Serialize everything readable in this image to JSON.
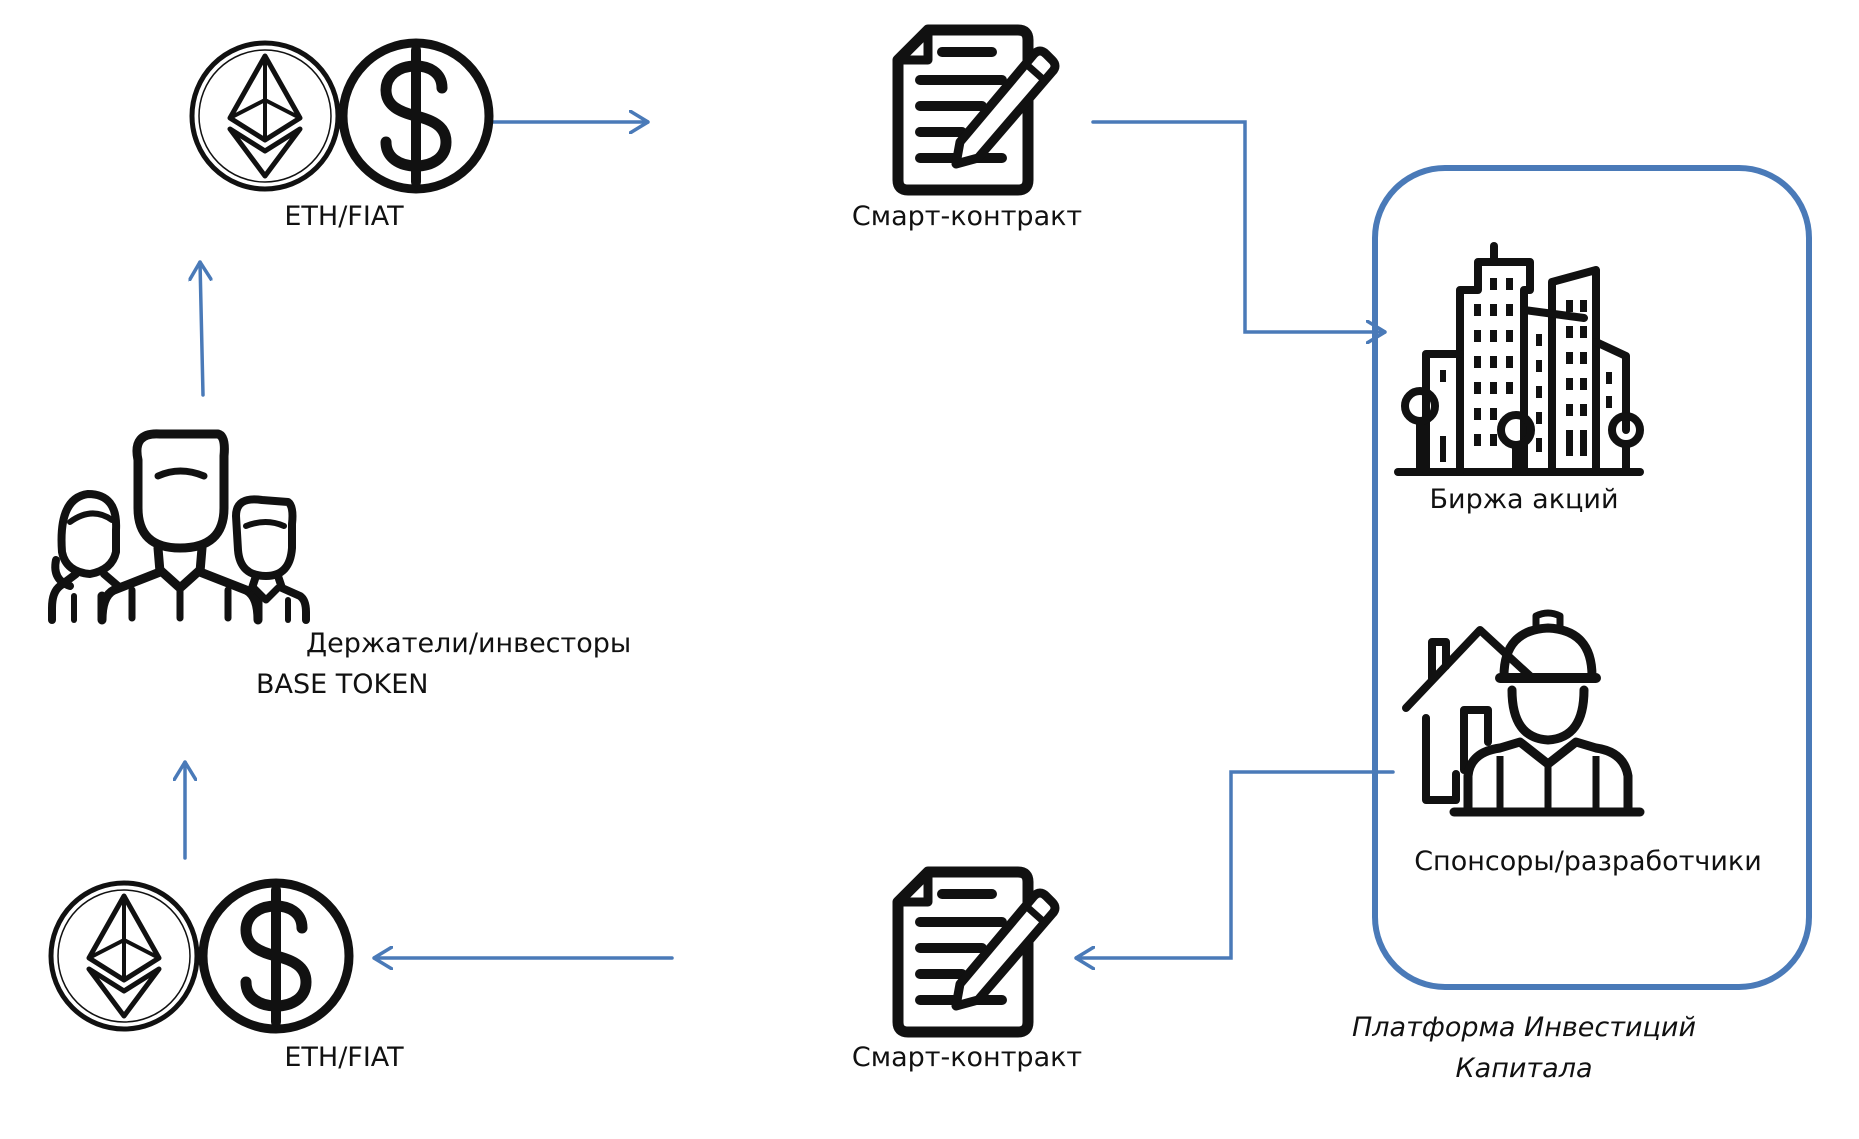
{
  "colors": {
    "flow": "#4a7ab8",
    "platform_border": "#4a7ab8",
    "ink": "#111111"
  },
  "nodes": {
    "eth_fiat_top": {
      "label": "ETH/FIAT",
      "icons": [
        "ethereum-icon",
        "dollar-coin-icon"
      ]
    },
    "smart_contract_top": {
      "label": "Смарт-контракт",
      "icon": "contract-document-icon"
    },
    "investors": {
      "label": "Держатели/инвесторы",
      "sublabel": "BASE TOKEN",
      "icon": "people-group-icon"
    },
    "eth_fiat_bottom": {
      "label": "ETH/FIAT",
      "icons": [
        "ethereum-icon",
        "dollar-coin-icon"
      ]
    },
    "smart_contract_bottom": {
      "label": "Смарт-контракт",
      "icon": "contract-document-icon"
    },
    "stock_exchange": {
      "label": "Биржа акций",
      "icon": "city-buildings-icon"
    },
    "sponsors": {
      "label": "Спонсоры/разработчики",
      "icon": "builder-house-icon"
    }
  },
  "platform": {
    "caption_line1": "Платформа Инвестиций",
    "caption_line2": "Капитала"
  }
}
